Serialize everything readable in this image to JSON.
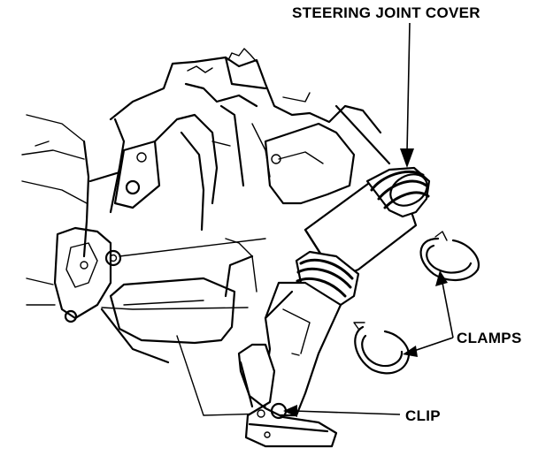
{
  "labels": {
    "steering_joint_cover": "STEERING JOINT COVER",
    "clamps": "CLAMPS",
    "clip": "CLIP"
  }
}
